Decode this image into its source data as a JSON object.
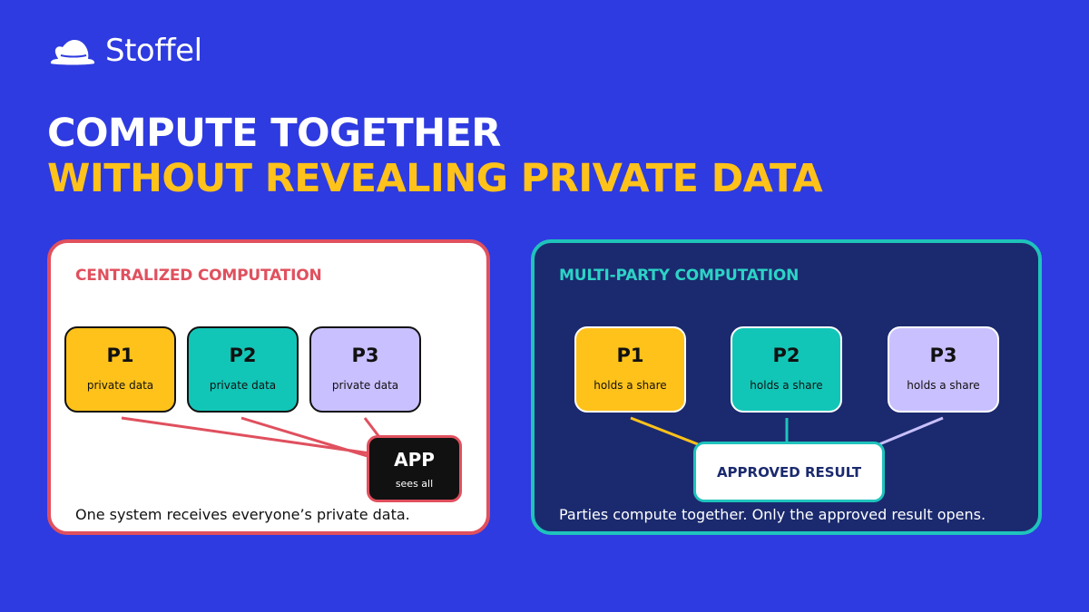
{
  "brand": {
    "name": "Stoffel"
  },
  "title": {
    "line1": "COMPUTE TOGETHER",
    "line2": "WITHOUT REVEALING PRIVATE DATA"
  },
  "colors": {
    "background": "#2E3BE0",
    "accent_yellow": "#FFC21A",
    "central_red": "#E0505E",
    "mpc_teal": "#1FC3BC",
    "mpc_navy": "#1B2A6E",
    "party_lavender": "#C9C0FF"
  },
  "centralized": {
    "heading": "CENTRALIZED COMPUTATION",
    "parties": [
      {
        "name": "P1",
        "label": "private data"
      },
      {
        "name": "P2",
        "label": "private data"
      },
      {
        "name": "P3",
        "label": "private data"
      }
    ],
    "app": {
      "name": "APP",
      "label": "sees all"
    },
    "caption": "One system receives everyone’s private data."
  },
  "mpc": {
    "heading": "MULTI-PARTY COMPUTATION",
    "parties": [
      {
        "name": "P1",
        "label": "holds a share"
      },
      {
        "name": "P2",
        "label": "holds a share"
      },
      {
        "name": "P3",
        "label": "holds a share"
      }
    ],
    "result": "APPROVED RESULT",
    "caption": "Parties compute together. Only the approved result opens."
  }
}
